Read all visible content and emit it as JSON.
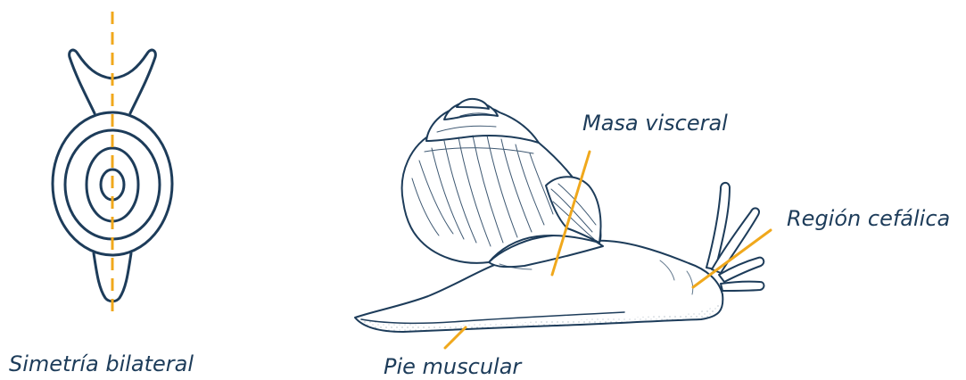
{
  "labels": {
    "symmetry": "Simetría bilateral",
    "visceral_mass": "Masa visceral",
    "cephalic_region": "Región cefálica",
    "muscular_foot": "Pie muscular"
  },
  "colors": {
    "outline": "#1d3c5a",
    "axis": "#f0a81c",
    "label": "#1d3c5a",
    "background": "#ffffff"
  }
}
